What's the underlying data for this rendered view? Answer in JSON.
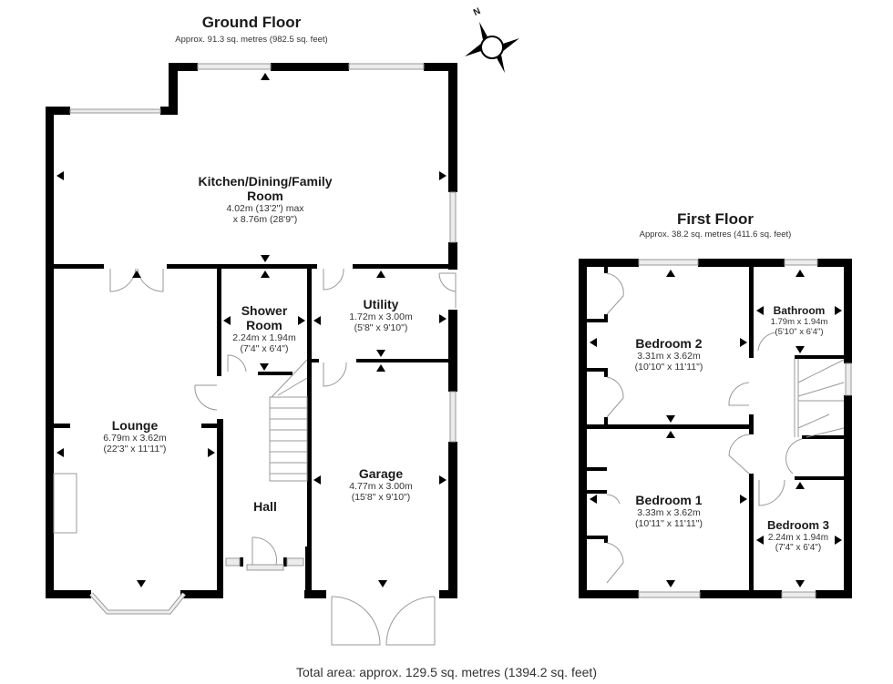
{
  "ground_floor": {
    "title": "Ground Floor",
    "area": "Approx. 91.3 sq. metres (982.5 sq. feet)",
    "rooms": [
      {
        "name": "Kitchen/Dining/Family",
        "name2": "Room",
        "dim1": "4.02m (13'2\") max",
        "dim2": "x 8.76m (28'9\")"
      },
      {
        "name": "Shower",
        "name2": "Room",
        "dim1": "2.24m x 1.94m",
        "dim2": "(7'4\" x 6'4\")"
      },
      {
        "name": "Utility",
        "dim1": "1.72m x 3.00m",
        "dim2": "(5'8\" x 9'10\")"
      },
      {
        "name": "Lounge",
        "dim1": "6.79m x 3.62m",
        "dim2": "(22'3\" x 11'11\")"
      },
      {
        "name": "Hall"
      },
      {
        "name": "Garage",
        "dim1": "4.77m x 3.00m",
        "dim2": "(15'8\" x 9'10\")"
      }
    ]
  },
  "first_floor": {
    "title": "First Floor",
    "area": "Approx. 38.2 sq. metres (411.6 sq. feet)",
    "rooms": [
      {
        "name": "Bedroom 2",
        "dim1": "3.31m x 3.62m",
        "dim2": "(10'10\" x 11'11\")"
      },
      {
        "name": "Bathroom",
        "dim1": "1.79m x 1.94m",
        "dim2": "(5'10\" x 6'4\")"
      },
      {
        "name": "Bedroom 1",
        "dim1": "3.33m x 3.62m",
        "dim2": "(10'11\" x 11'11\")"
      },
      {
        "name": "Bedroom 3",
        "dim1": "2.24m x 1.94m",
        "dim2": "(7'4\" x 6'4\")"
      }
    ]
  },
  "compass": {
    "label": "N",
    "icon": "compass-rose-icon"
  },
  "total_area": "Total area: approx. 129.5 sq. metres (1394.2 sq. feet)",
  "colors": {
    "wall": "#000000",
    "window": "#e6e6e6",
    "line": "#888888",
    "background": "#ffffff"
  }
}
